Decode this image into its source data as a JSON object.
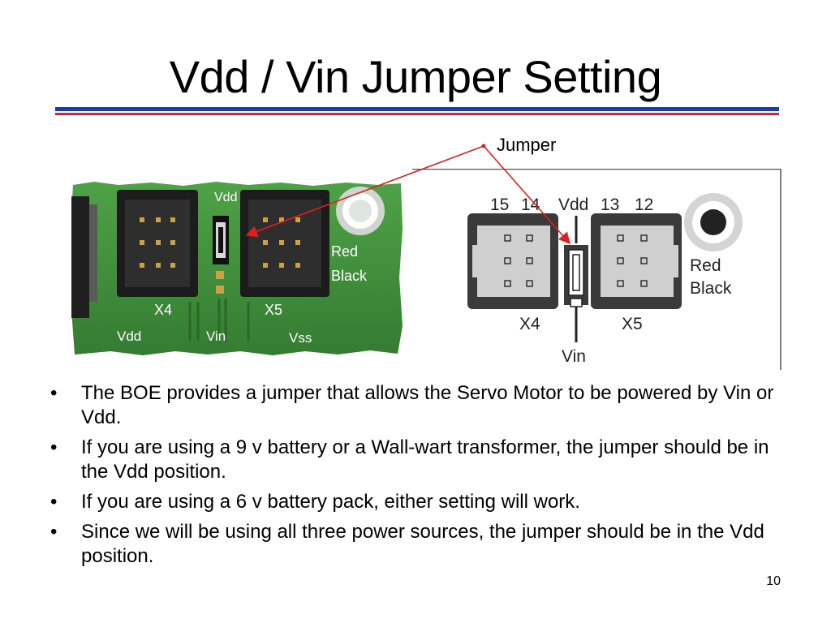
{
  "slide": {
    "title": "Vdd / Vin Jumper Setting",
    "callout_label": "Jumper",
    "page_number": "10"
  },
  "photo_labels": {
    "vdd_top": "Vdd",
    "red": "Red",
    "black": "Black",
    "x4": "X4",
    "x5": "X5",
    "vdd": "Vdd",
    "vin": "Vin",
    "vss": "Vss"
  },
  "schematic": {
    "pin_15": "15",
    "pin_14": "14",
    "vdd": "Vdd",
    "pin_13": "13",
    "pin_12": "12",
    "red": "Red",
    "black": "Black",
    "x4": "X4",
    "x5": "X5",
    "vin": "Vin"
  },
  "bullets": [
    "The BOE provides a jumper that allows the Servo Motor to be powered by Vin or Vdd.",
    "If you are using a 9 v battery or a Wall-wart transformer, the jumper should be in the Vdd position.",
    "If you are using a 6 v battery pack, either setting will work.",
    "Since we will be using all three power sources, the jumper should be in the Vdd position."
  ],
  "colors": {
    "title_rule_blue": "#1f3f9a",
    "title_rule_red": "#e02020",
    "arrow_red": "#e02020",
    "pcb_green": "#3f8f3a"
  }
}
